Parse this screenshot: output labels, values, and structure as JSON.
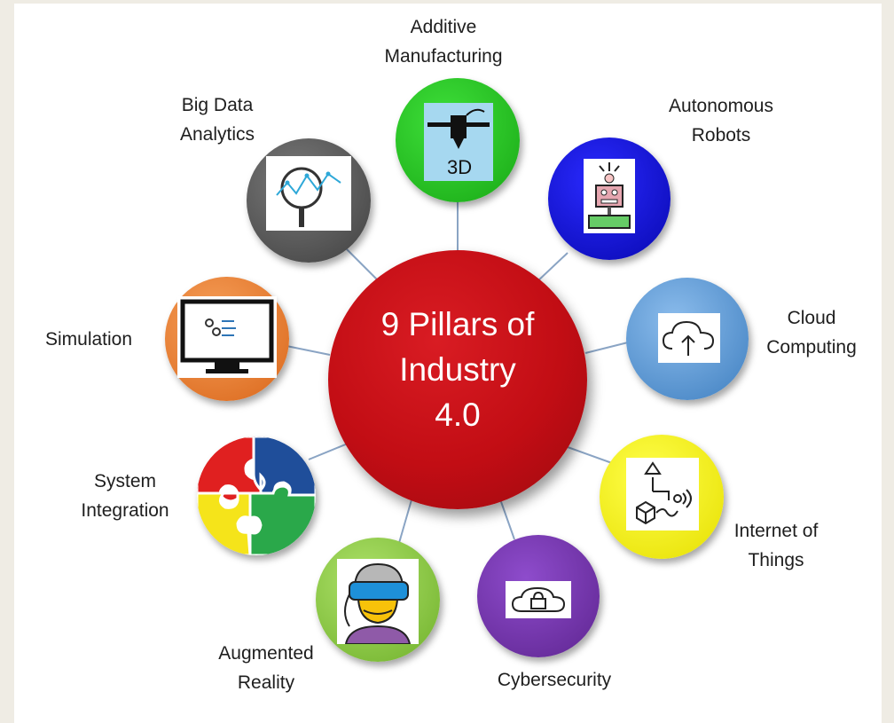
{
  "center": {
    "line1": "9 Pillars of",
    "line2": "Industry",
    "line3": "4.0"
  },
  "pillars": [
    {
      "id": "additive",
      "line1": "Additive",
      "line2": "Manufacturing",
      "color": "#22c31e",
      "icon": "3d-printer-icon",
      "icon_text": "3D"
    },
    {
      "id": "robots",
      "line1": "Autonomous",
      "line2": "Robots",
      "color": "#1010d8",
      "icon": "robot-icon"
    },
    {
      "id": "cloud",
      "line1": "Cloud",
      "line2": "Computing",
      "color": "#5b9bd5",
      "icon": "cloud-upload-icon"
    },
    {
      "id": "iot",
      "line1": "Internet of",
      "line2": "Things",
      "color": "#f2ef19",
      "icon": "iot-network-icon"
    },
    {
      "id": "cyber",
      "line1": "Cybersecurity",
      "line2": "",
      "color": "#7030a0",
      "icon": "cloud-lock-icon"
    },
    {
      "id": "ar",
      "line1": "Augmented",
      "line2": "Reality",
      "color": "#8dc63f",
      "icon": "vr-headset-icon"
    },
    {
      "id": "integration",
      "line1": "System",
      "line2": "Integration",
      "color": "#ffffff",
      "icon": "puzzle-icon"
    },
    {
      "id": "simulation",
      "line1": "Simulation",
      "line2": "",
      "color": "#ed7d31",
      "icon": "monitor-icon"
    },
    {
      "id": "bigdata",
      "line1": "Big Data",
      "line2": "Analytics",
      "color": "#595959",
      "icon": "magnifier-chart-icon"
    }
  ],
  "colors": {
    "center": "#c00000",
    "connector": "#8aa4c4",
    "puzzle": [
      "#e02020",
      "#1f4e9a",
      "#f5e41a",
      "#2aa84a"
    ]
  }
}
